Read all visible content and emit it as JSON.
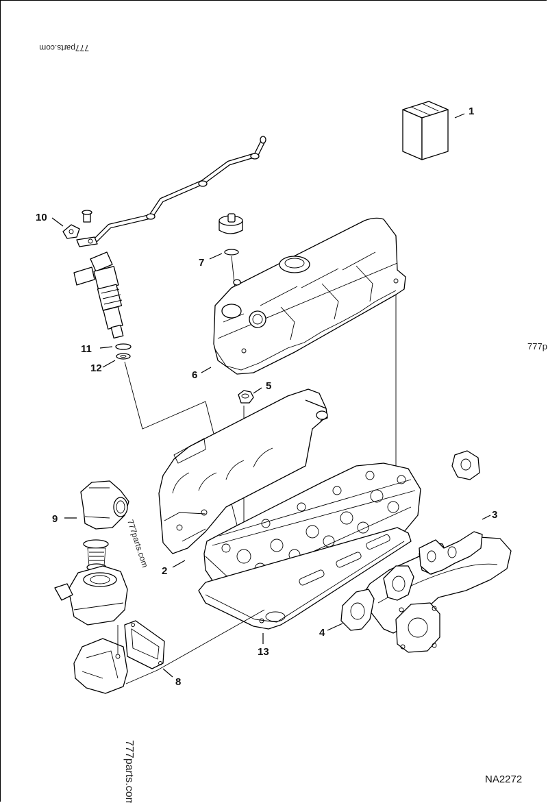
{
  "diagram_code": "NA2272",
  "watermarks": [
    "777parts.com",
    "777parts.com",
    "777parts.com",
    "777p"
  ],
  "callouts": {
    "c1": "1",
    "c2": "2",
    "c3": "3",
    "c4": "4",
    "c5": "5",
    "c6": "6",
    "c7": "7",
    "c8": "8",
    "c9": "9",
    "c10": "10",
    "c11": "11",
    "c12": "12",
    "c13": "13"
  }
}
